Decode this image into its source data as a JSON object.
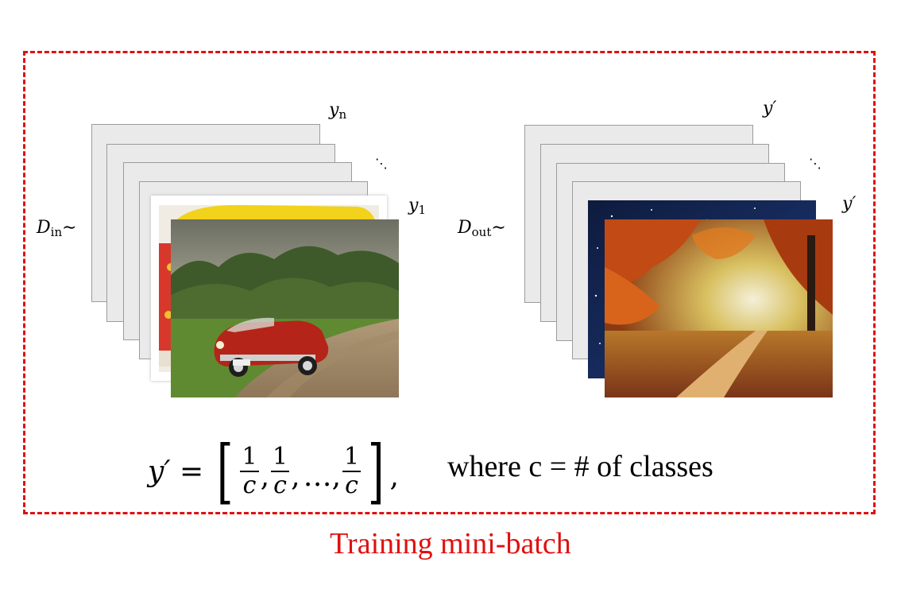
{
  "labels": {
    "y_n": "y",
    "y_n_sub": "n",
    "y_1": "y",
    "y_1_sub": "1",
    "d_in": "D",
    "d_in_sub": "in",
    "d_in_tilde": "∼",
    "d_out": "D",
    "d_out_sub": "out",
    "d_out_tilde": "∼",
    "y_prime_top": "y′",
    "y_prime_mid": "y′",
    "ellipsis_left": "⋱",
    "ellipsis_right": "⋱"
  },
  "formula": {
    "lhs": "y′ =",
    "numerator": "1",
    "denominator": "c",
    "comma": ",",
    "dots": "…",
    "trailing_comma": ","
  },
  "where_text": "where c = # of classes",
  "caption": "Training mini-batch",
  "colors": {
    "accent": "#e01010",
    "card_fill": "#eaeaea",
    "card_border": "#9c9c9c"
  }
}
